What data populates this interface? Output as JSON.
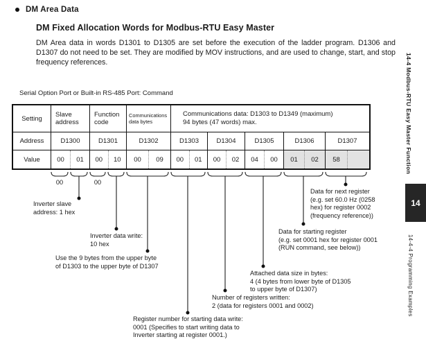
{
  "page": {
    "bullet_heading": "DM Area Data",
    "subheading": "DM Fixed Allocation Words for Modbus-RTU Easy Master",
    "paragraph": "DM Area data in words D1301 to D1305 are set before the execution of the ladder program. D1306 and D1307 do not need to be set. They are modified by MOV instructions, and are used to change, start, and stop frequency references.",
    "table_caption": "Serial Option Port or Built-in RS-485 Port: Command"
  },
  "table": {
    "header": {
      "setting": "Setting",
      "slave_address": "Slave address",
      "function_code": "Function code",
      "comm_data_bytes": "Communications data bytes",
      "comm_data_span": "Communications data: D1303 to D1349 (maximum)\n94 bytes (47 words) max."
    },
    "address_row": {
      "label": "Address",
      "cells": [
        "D1300",
        "D1301",
        "D1302",
        "D1303",
        "D1304",
        "D1305",
        "D1306",
        "D1307"
      ]
    },
    "value_row": {
      "label": "Value",
      "pairs": [
        {
          "hi": "00",
          "lo": "01",
          "shaded": false
        },
        {
          "hi": "00",
          "lo": "10",
          "shaded": false
        },
        {
          "hi": "00",
          "lo": "09",
          "shaded": false
        },
        {
          "hi": "00",
          "lo": "01",
          "shaded": false
        },
        {
          "hi": "00",
          "lo": "02",
          "shaded": false
        },
        {
          "hi": "04",
          "lo": "00",
          "shaded": false
        },
        {
          "hi": "01",
          "lo": "02",
          "shaded": true
        },
        {
          "hi": "58",
          "lo": "",
          "shaded": true
        }
      ]
    }
  },
  "callouts": {
    "byte_label_1": "00",
    "byte_label_2": "00",
    "slave_address": "Inverter slave\naddress: 1 hex",
    "data_write": "Inverter data write:\n10 hex",
    "nine_bytes": "Use the 9 bytes from the upper byte\nof D1303 to the upper byte of D1307",
    "register_number": "Register number for starting data write:\n0001 (Specifies to start writing data to\nInverter starting at register 0001.)",
    "registers_written": "Number of registers written:\n2 (data for registers 0001 and 0002)",
    "attached_size": "Attached data size in bytes:\n4 (4 bytes from lower byte of D1305\nto upper byte of D1307)",
    "starting_register": "Data for starting register\n(e.g. set 0001 hex for register 0001\n(RUN command, see below))",
    "next_register": "Data for next register\n(e.g. set 60.0 Hz (0258\nhex) for register 0002\n(frequency reference))"
  },
  "sidebar": {
    "section_title": "14-4 Modbus-RTU Easy Master Function",
    "chapter_number": "14",
    "subsection_title": "14-4-4 Programming Examples"
  },
  "colors": {
    "shaded_cell": "#e2e2e2",
    "chapter_tab_bg": "#262626"
  }
}
